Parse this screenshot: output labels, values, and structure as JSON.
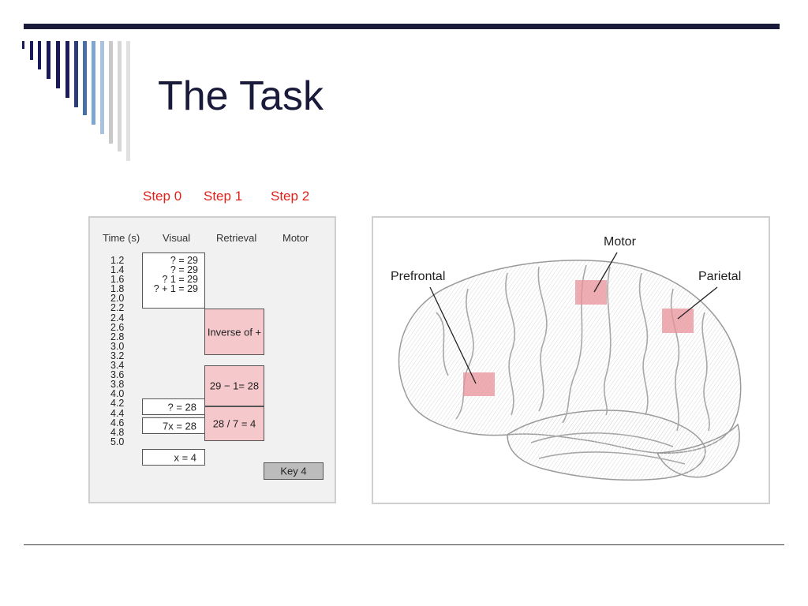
{
  "slide": {
    "title": "The Task"
  },
  "steps": [
    "Step 0",
    "Step 1",
    "Step 2"
  ],
  "table": {
    "headers": [
      "Time (s)",
      "Visual",
      "Retrieval",
      "Motor"
    ],
    "times": [
      "1.2",
      "1.4",
      "1.6",
      "1.8",
      "2.0",
      "2.2",
      "2.4",
      "2.6",
      "2.8",
      "3.0",
      "3.2",
      "3.4",
      "3.6",
      "3.8",
      "4.0",
      "4.2",
      "4.4",
      "4.6",
      "4.8",
      "5.0"
    ],
    "visual": {
      "block1": [
        "? = 29",
        "? = 29",
        "? 1 = 29",
        "? + 1 = 29"
      ],
      "eq28": "? = 28",
      "eq7x": "7x = 28",
      "eqx4": "x = 4"
    },
    "retrieval": {
      "inverse": "Inverse of +",
      "sub": "29 − 1= 28",
      "div": "28 / 7 = 4"
    },
    "motor": {
      "key": "Key 4"
    }
  },
  "brain": {
    "labels": {
      "prefrontal": "Prefrontal",
      "motor": "Motor",
      "parietal": "Parietal"
    },
    "region_color": "#e8919a"
  },
  "colors": {
    "title": "#1a1a3a",
    "steps": "#e0201a",
    "retrieval": "#f5c9cc",
    "motor": "#bcbcbc"
  }
}
